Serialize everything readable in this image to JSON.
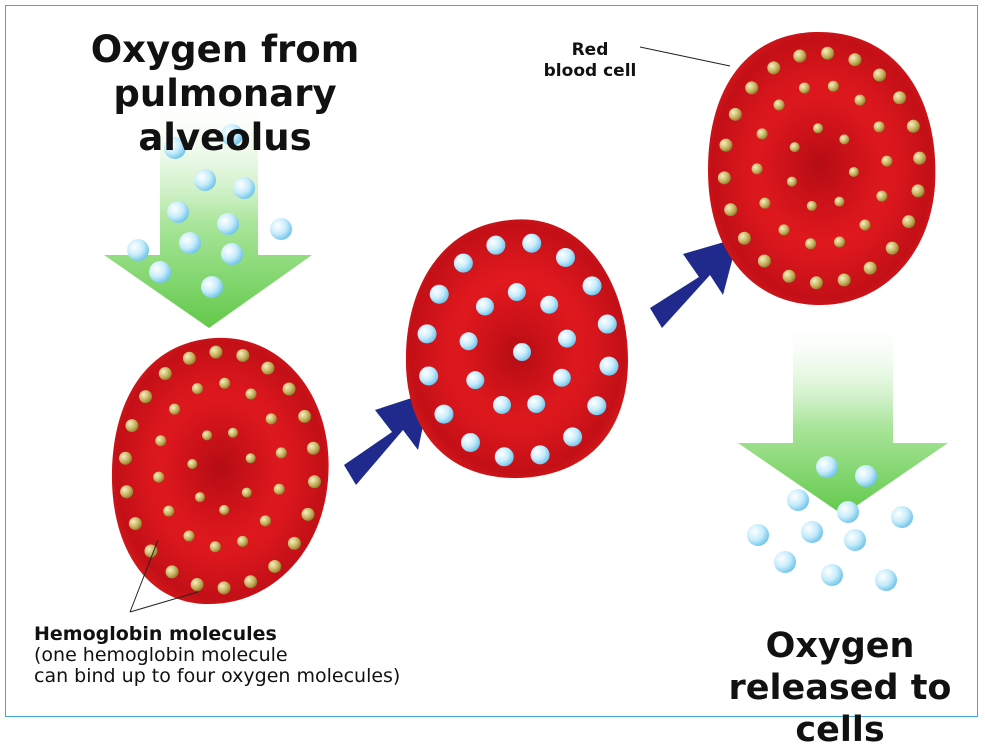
{
  "title_in": {
    "line1": "Oxygen from",
    "line2": "pulmonary alveolus"
  },
  "label_rbc": {
    "line1": "Red",
    "line2": "blood cell"
  },
  "label_hemoglobin": {
    "title": "Hemoglobin molecules",
    "line2": "(one hemoglobin molecule",
    "line3": "can bind up to four oxygen molecules)"
  },
  "title_out": {
    "line1": "Oxygen",
    "line2": "released to cells"
  },
  "colors": {
    "frame": "#3fa7dc",
    "cell": "#e01e1e",
    "cell_dark": "#a00d14",
    "hemoglobin": "#c9b56a",
    "oxygen": "#bfe6f7",
    "arrow_green": "#7fd56a",
    "arrow_blue": "#1f2a8c"
  }
}
